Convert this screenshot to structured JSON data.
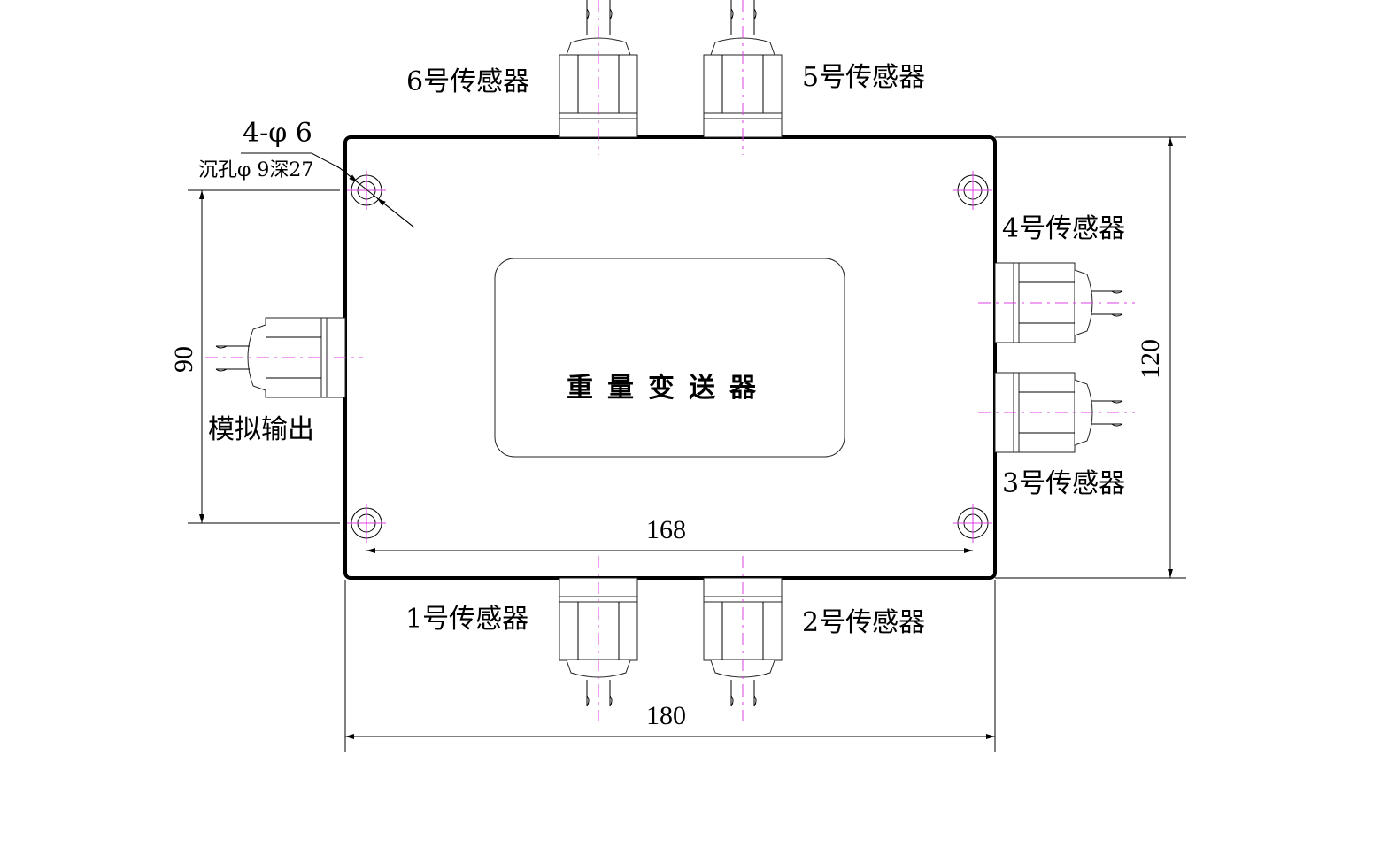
{
  "title": "重量变送器",
  "hole_note": {
    "main": "4-φ 6",
    "sub": "沉孔φ 9深27"
  },
  "labels": {
    "sensor1": "1号传感器",
    "sensor2": "2号传感器",
    "sensor3": "3号传感器",
    "sensor4": "4号传感器",
    "sensor5": "5号传感器",
    "sensor6": "6号传感器",
    "analog_out": "模拟输出"
  },
  "dimensions": {
    "overall_width": "180",
    "hole_spacing_horizontal": "168",
    "overall_height": "120",
    "hole_spacing_vertical": "90"
  },
  "colors": {
    "line": "#000000",
    "centerline": "#e040e0"
  }
}
